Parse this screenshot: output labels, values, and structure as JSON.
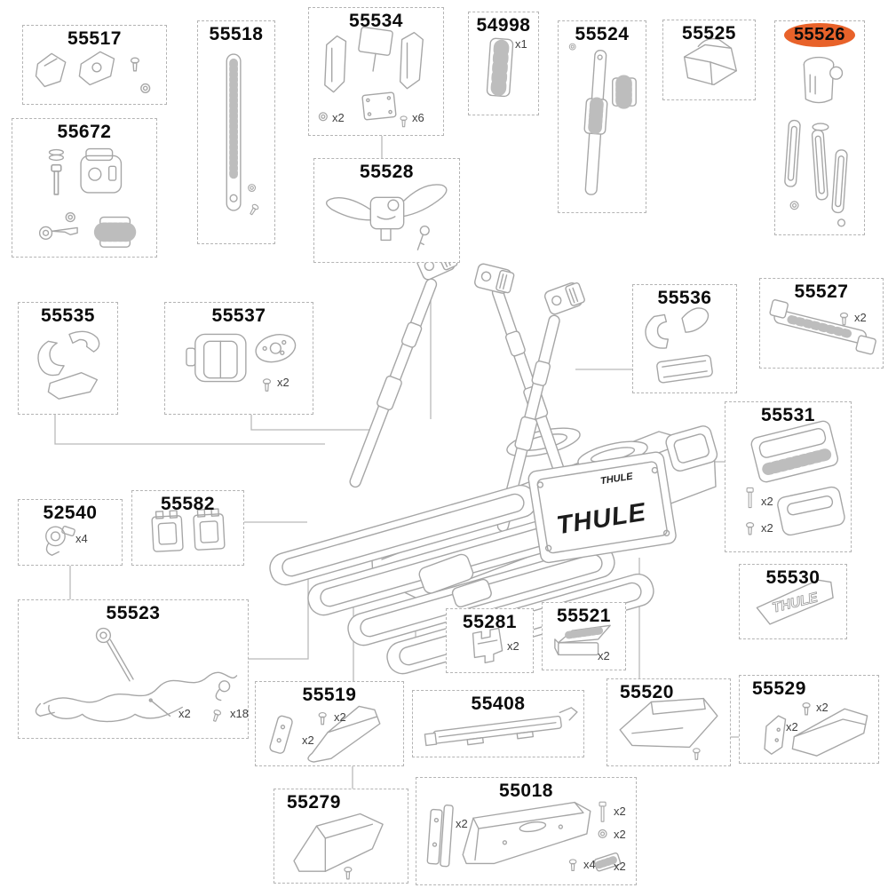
{
  "diagram": {
    "brand_logo_large": "THULE",
    "brand_logo_small": "THULE",
    "badge_logo_55530": "THULE",
    "highlight_color": "#e8622a",
    "line_color": "#a6a6a6",
    "highlighted_part": "55526"
  },
  "boxes": {
    "b55517": {
      "label": "55517",
      "qty": []
    },
    "b55672": {
      "label": "55672",
      "qty": []
    },
    "b55518": {
      "label": "55518",
      "qty": []
    },
    "b55534": {
      "label": "55534",
      "qty": [
        "x2",
        "x6"
      ]
    },
    "b54998": {
      "label": "54998",
      "qty": [
        "x1"
      ]
    },
    "b55524": {
      "label": "55524",
      "qty": []
    },
    "b55525": {
      "label": "55525",
      "qty": []
    },
    "b55526": {
      "label": "55526",
      "qty": [],
      "highlighted": true
    },
    "b55528": {
      "label": "55528",
      "qty": []
    },
    "b55535": {
      "label": "55535",
      "qty": []
    },
    "b55537": {
      "label": "55537",
      "qty": [
        "x2"
      ]
    },
    "b55536": {
      "label": "55536",
      "qty": []
    },
    "b55527": {
      "label": "55527",
      "qty": [
        "x2"
      ]
    },
    "b55531": {
      "label": "55531",
      "qty": [
        "x2",
        "x2"
      ]
    },
    "b52540": {
      "label": "52540",
      "qty": [
        "x4"
      ]
    },
    "b55582": {
      "label": "55582",
      "qty": []
    },
    "b55530": {
      "label": "55530",
      "qty": []
    },
    "b55523": {
      "label": "55523",
      "qty": [
        "x2",
        "x18"
      ]
    },
    "b55281": {
      "label": "55281",
      "qty": [
        "x2"
      ]
    },
    "b55521": {
      "label": "55521",
      "qty": [
        "x2"
      ]
    },
    "b55519": {
      "label": "55519",
      "qty": [
        "x2",
        "x2"
      ]
    },
    "b55408": {
      "label": "55408",
      "qty": []
    },
    "b55520": {
      "label": "55520",
      "qty": []
    },
    "b55529": {
      "label": "55529",
      "qty": [
        "x2",
        "x2"
      ]
    },
    "b55279": {
      "label": "55279",
      "qty": []
    },
    "b55018": {
      "label": "55018",
      "qty": [
        "x2",
        "x2",
        "x2",
        "x4",
        "x2"
      ]
    }
  }
}
